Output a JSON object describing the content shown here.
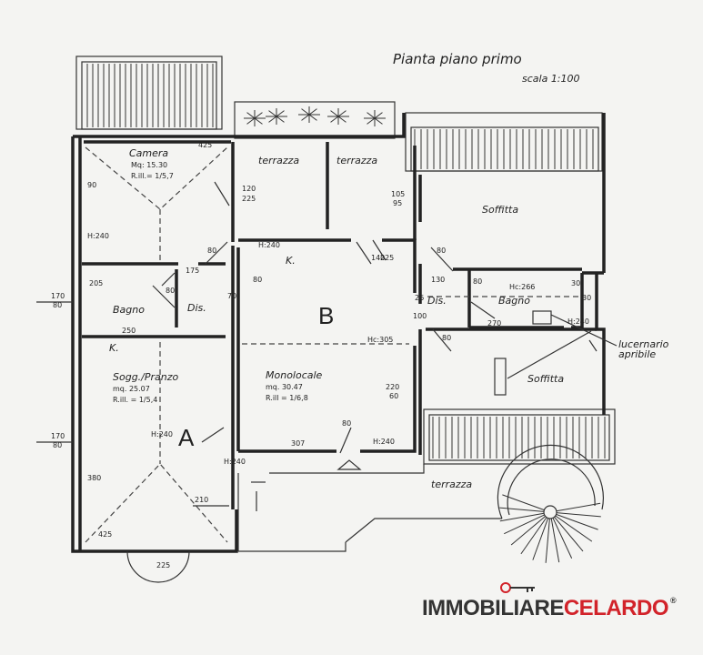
{
  "header": {
    "title": "Pianta piano primo",
    "scale": "scala 1:100"
  },
  "units": {
    "A": "A",
    "B": "B"
  },
  "rooms": {
    "camera": {
      "name": "Camera",
      "area": "Mq: 15.30",
      "ratio": "R.ill.= 1/5,7"
    },
    "bagno_a": {
      "name": "Bagno"
    },
    "dis_a": {
      "name": "Dis."
    },
    "k_a": {
      "name": "K."
    },
    "soggiorno": {
      "name": "Sogg./Pranzo",
      "area": "mq. 25.07",
      "ratio": "R.ill. = 1/5,4"
    },
    "terrazza_1": {
      "name": "terrazza"
    },
    "terrazza_2": {
      "name": "terrazza"
    },
    "k_b": {
      "name": "K."
    },
    "monolocale": {
      "name": "Monolocale",
      "area": "mq. 30.47",
      "ratio": "R.ill = 1/6,8"
    },
    "soffitta_1": {
      "name": "Soffitta"
    },
    "dis_b": {
      "name": "Dis."
    },
    "bagno_b": {
      "name": "Bagno"
    },
    "soffitta_2": {
      "name": "Soffitta"
    },
    "terrazza_3": {
      "name": "terrazza"
    }
  },
  "annotation": {
    "lucernario_1": "lucernario",
    "lucernario_2": "apribile"
  },
  "dimensions": {
    "d425_top": "425",
    "d120_225": "120",
    "d225_a": "225",
    "d105": "105",
    "d95": "95",
    "d140": "140",
    "d225_b": "225",
    "h240_a": "H:240",
    "h240_b": "H:240",
    "h240_c": "H:240",
    "h240_d": "H:240",
    "h240_e": "H:240",
    "h240_f": "H:240",
    "d175": "175",
    "d205": "205",
    "d250": "250",
    "d80_a": "80",
    "d80_b": "80",
    "d80_c": "80",
    "d80_d": "80",
    "d80_e": "80",
    "d80_f": "80",
    "d80_g": "80",
    "d130": "130",
    "d266": "Hc:266",
    "d270": "270",
    "d26": "26",
    "d30_a": "30",
    "d30_b": "30",
    "d100": "100",
    "hc305": "Hc:305",
    "d220": "220",
    "d60": "60",
    "d307": "307",
    "d170_a": "170",
    "d80_l1": "80",
    "d170_b": "170",
    "d80_l2": "80",
    "d380": "380",
    "d210": "210",
    "d425_bot": "425",
    "d225_c": "225",
    "d90": "90",
    "d70": "70"
  },
  "logo": {
    "part1": "IMMOBILIARE",
    "part2": "CELARDO",
    "reg": "®"
  },
  "colors": {
    "ink": "#222222",
    "paper": "#f4f4f2",
    "logo_red": "#d2232a",
    "logo_grey": "#333333"
  }
}
